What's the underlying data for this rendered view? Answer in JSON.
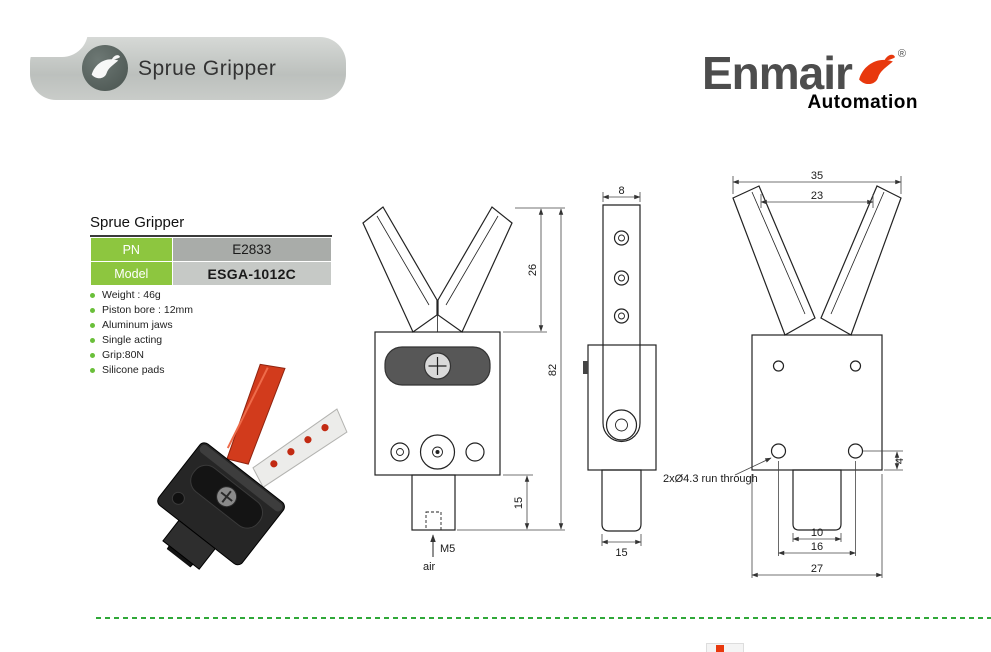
{
  "banner": {
    "title": "Sprue Gripper"
  },
  "brand": {
    "name": "Enmair",
    "registered": "®",
    "tagline": "Automation"
  },
  "product": {
    "section_title": "Sprue Gripper",
    "table": {
      "rows": [
        {
          "label": "PN",
          "value": "E2833"
        },
        {
          "label": "Model",
          "value": "ESGA-1012C"
        }
      ]
    },
    "features": [
      "Weight : 46g",
      "Piston bore : 12mm",
      "Aluminum jaws",
      "Single acting",
      "Grip:80N",
      "Silicone pads"
    ]
  },
  "front_view": {
    "dim_jaw": "26",
    "dim_total": "82",
    "dim_stem": "15",
    "port": "M5",
    "port_label": "air"
  },
  "side_view": {
    "dim_width": "8",
    "dim_stem": "15"
  },
  "back_view": {
    "dim_outer": "35",
    "dim_tips": "23",
    "dim_edge": "4",
    "note": "2xØ4.3 run through",
    "dim_stem": "10",
    "dim_holes": "16",
    "dim_body": "27"
  },
  "colors": {
    "accent_green": "#8dc63f",
    "brand_red": "#e8380d",
    "dashed_rule_green": "#2fa838"
  }
}
